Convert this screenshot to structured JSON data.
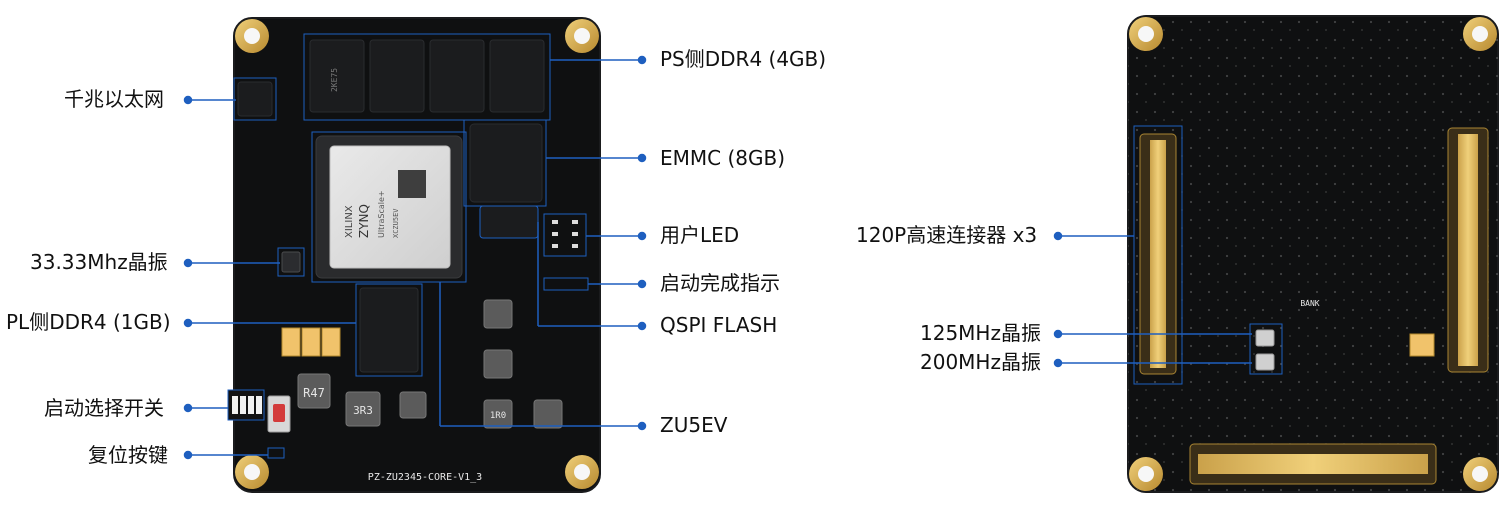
{
  "colors": {
    "connector_line": "#1e5fbf",
    "pcb": "#0f1011",
    "pcb_edge": "#1a1b1d",
    "pad_gold": "#caa14a",
    "silk": "#e8e8e8"
  },
  "board_left": {
    "silkscreen_title": "PZ-ZU2345-CORE-V1_3",
    "fpga_text": {
      "brand": "XILINX",
      "family": "ZYNQ",
      "series": "UltraScale+",
      "part": "XCZU5EV"
    },
    "components": {
      "ddr_part": "2KE75",
      "r47_marking": "R47",
      "inductor_marking": "3R3",
      "inductor_1r0": "1R0"
    }
  },
  "board_right": {
    "silkscreen": "BANK"
  },
  "callouts_left": [
    {
      "id": "gigabit-ethernet",
      "text": "千兆以太网"
    },
    {
      "id": "osc-33",
      "text": "33.33Mhz晶振"
    },
    {
      "id": "pl-ddr4",
      "text": "PL侧DDR4 (1GB)"
    },
    {
      "id": "boot-select",
      "text": "启动选择开关"
    },
    {
      "id": "reset-button",
      "text": "复位按键"
    }
  ],
  "callouts_middle": [
    {
      "id": "ps-ddr4",
      "text": "PS侧DDR4 (4GB)"
    },
    {
      "id": "emmc",
      "text": "EMMC (8GB)"
    },
    {
      "id": "user-led",
      "text": "用户LED"
    },
    {
      "id": "boot-done",
      "text": "启动完成指示"
    },
    {
      "id": "qspi-flash",
      "text": "QSPI FLASH"
    },
    {
      "id": "zu5ev",
      "text": "ZU5EV"
    }
  ],
  "callouts_right": [
    {
      "id": "conn-120p",
      "text": "120P高速连接器 x3"
    },
    {
      "id": "osc-125",
      "text": "125MHz晶振"
    },
    {
      "id": "osc-200",
      "text": "200MHz晶振"
    }
  ]
}
